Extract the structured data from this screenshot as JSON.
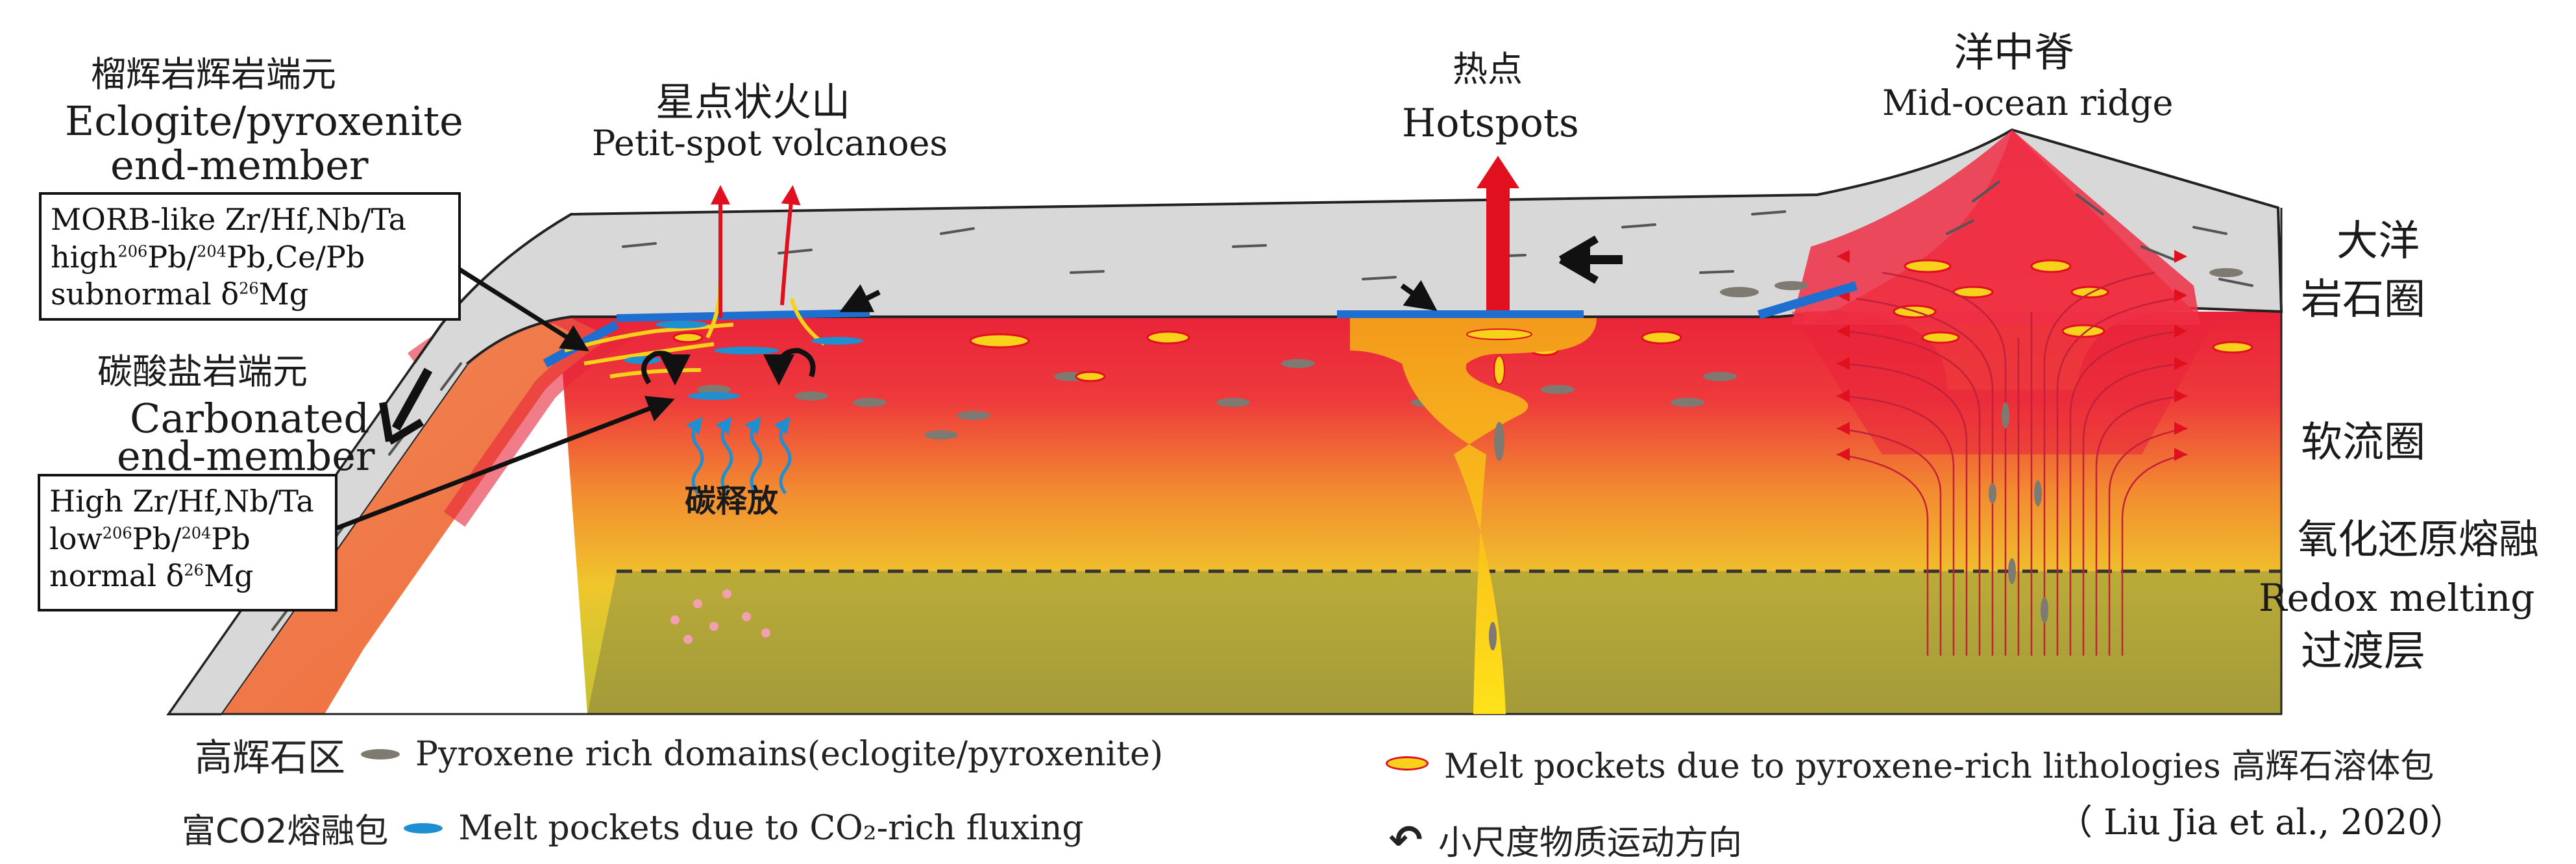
{
  "labels": {
    "eclogite_cn": "榴辉岩辉岩端元",
    "eclogite_en1": "Eclogite/pyroxenite",
    "eclogite_en2": "end-member",
    "carbonated_cn": "碳酸盐岩端元",
    "carbonated_en1": "Carbonated",
    "carbonated_en2": "end-member",
    "petitspot_cn": "星点状火山",
    "petitspot_en": "Petit-spot volcanoes",
    "hotspot_cn": "热点",
    "hotspot_en": "Hotspots",
    "ridge_cn": "洋中脊",
    "ridge_en": "Mid-ocean ridge",
    "lithosphere_cn1": "大洋",
    "lithosphere_cn2": "岩石圈",
    "asthenosphere_cn": "软流圈",
    "redox_cn": "氧化还原熔融",
    "redox_en": "Redox melting",
    "transition_cn": "过渡层",
    "carbon_release_cn": "碳释放"
  },
  "box1": {
    "line1": "MORB-like Zr/Hf,Nb/Ta",
    "line2_a": "high",
    "line2_sup1": "206",
    "line2_b": "Pb/",
    "line2_sup2": "204",
    "line2_c": "Pb,Ce/Pb",
    "line3_a": "subnormal δ",
    "line3_sup": "26",
    "line3_b": "Mg"
  },
  "box2": {
    "line1": "High Zr/Hf,Nb/Ta",
    "line2_a": "low",
    "line2_sup1": "206",
    "line2_b": "Pb/",
    "line2_sup2": "204",
    "line2_c": "Pb",
    "line3_a": "normal δ",
    "line3_sup": "26",
    "line3_b": "Mg"
  },
  "legend": {
    "pyroxene_cn": "高辉石区",
    "pyroxene_en": "Pyroxene rich domains(eclogite/pyroxenite)",
    "co2_cn": "富CO2熔融包",
    "co2_en": "Melt pockets due to CO₂-rich fluxing",
    "meltpx": "Melt pockets due to pyroxene-rich lithologies 高辉石溶体包",
    "smallscale_cn": "小尺度物质运动方向",
    "citation": "（ Liu Jia et al., 2020）"
  },
  "colors": {
    "lithosphere": "#d9d9d9",
    "asthenosphere_top": "#e8243a",
    "asthenosphere_mid": "#f5b02a",
    "transition": "#a8a03a",
    "co2_melt": "#1e8fd0",
    "pyroxene_domain": "#7e7a72",
    "plume": "#f7c21a",
    "arrow_red": "#e0101e"
  }
}
